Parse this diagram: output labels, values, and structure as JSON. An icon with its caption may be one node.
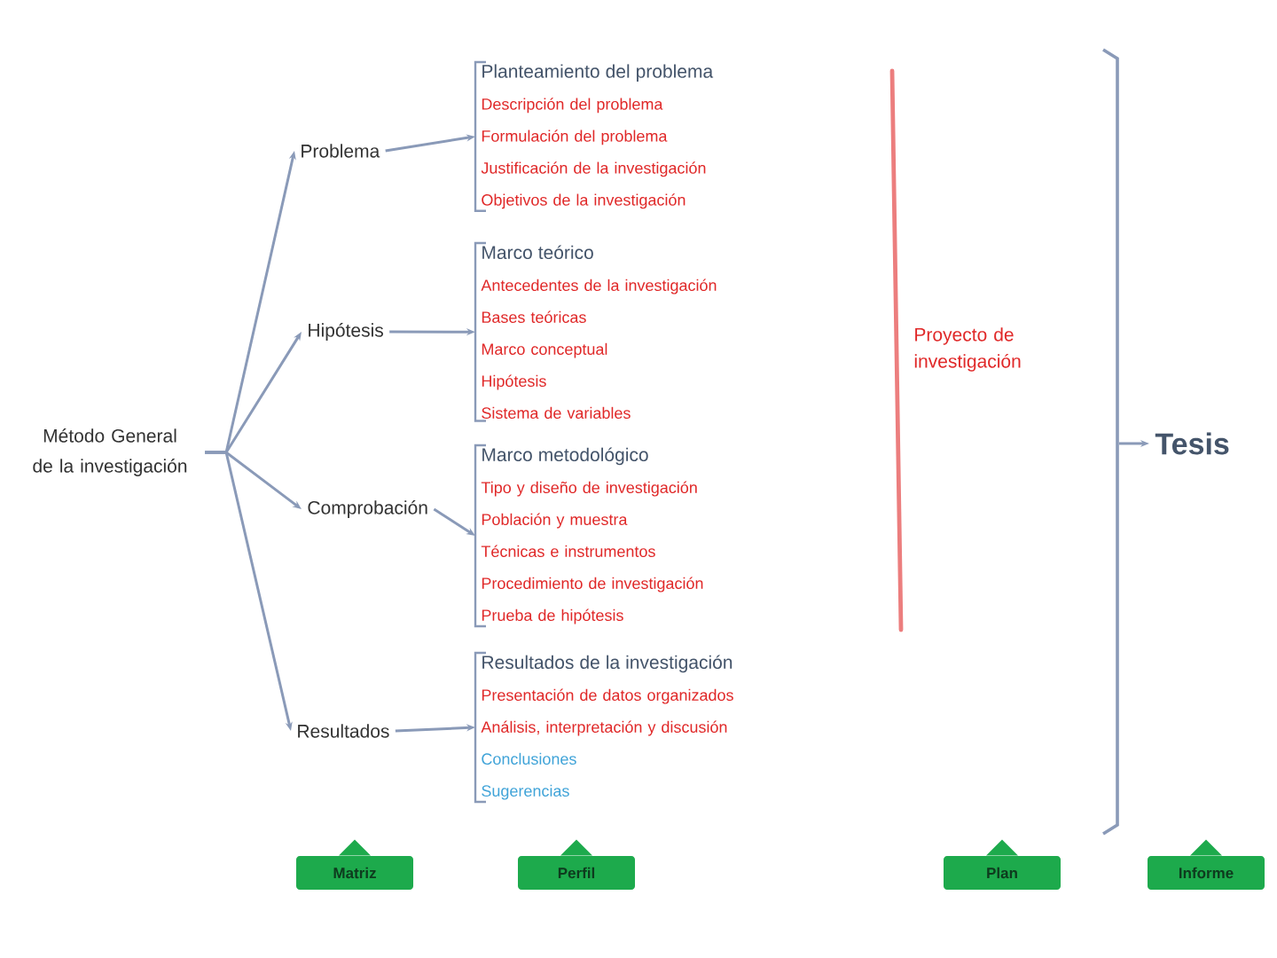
{
  "diagram": {
    "nodes": [
      {
        "text": [
          "Método General de la investigación"
        ]
      },
      {
        "text": [
          "Problema"
        ]
      },
      {
        "text": [
          "Hipótesis"
        ]
      },
      {
        "text": [
          "Comprobación"
        ]
      },
      {
        "text": [
          "Resultados"
        ]
      },
      {
        "text": [
          "Planteamiento del problema",
          "Descripción del problema",
          "Formulación del problema",
          "Justificación de la investigación",
          "Objetivos de la investigación"
        ]
      },
      {
        "text": [
          "Marco teórico",
          "Antecedentes de la investigación",
          "Bases teóricas",
          "Marco conceptual",
          "Hipótesis",
          "Sistema de variables"
        ]
      },
      {
        "text": [
          "Marco metodológico",
          "Tipo y diseño de investigación",
          "Población y muestra",
          "Técnicas e instrumentos",
          "Procedimiento de investigación",
          "Prueba de hipótesis"
        ]
      },
      {
        "text": [
          "Resultados de la investigación",
          "Presentación de datos organizados",
          "Análisis, interpretación y discusión",
          "Conclusiones",
          "Sugerencias"
        ]
      },
      {
        "text": [
          "Proyecto de investigación"
        ]
      },
      {
        "text": [
          "Tesis"
        ]
      },
      {
        "text": [
          "Matriz"
        ]
      },
      {
        "text": [
          "Perfil"
        ]
      },
      {
        "text": [
          "Plan"
        ]
      },
      {
        "text": [
          "Informe"
        ]
      }
    ],
    "edges": [
      {
        "from": 0,
        "to": 1,
        "arrow": "to"
      },
      {
        "from": 0,
        "to": 2,
        "arrow": "to"
      },
      {
        "from": 0,
        "to": 3,
        "arrow": "to"
      },
      {
        "from": 0,
        "to": 4,
        "arrow": "to"
      },
      {
        "from": 1,
        "to": 5,
        "arrow": "to"
      },
      {
        "from": 2,
        "to": 6,
        "arrow": "to"
      },
      {
        "from": 3,
        "to": 7,
        "arrow": "to"
      },
      {
        "from": 4,
        "to": 8,
        "arrow": "to"
      },
      {
        "from": null,
        "to": 10,
        "arrow": "to"
      }
    ]
  }
}
